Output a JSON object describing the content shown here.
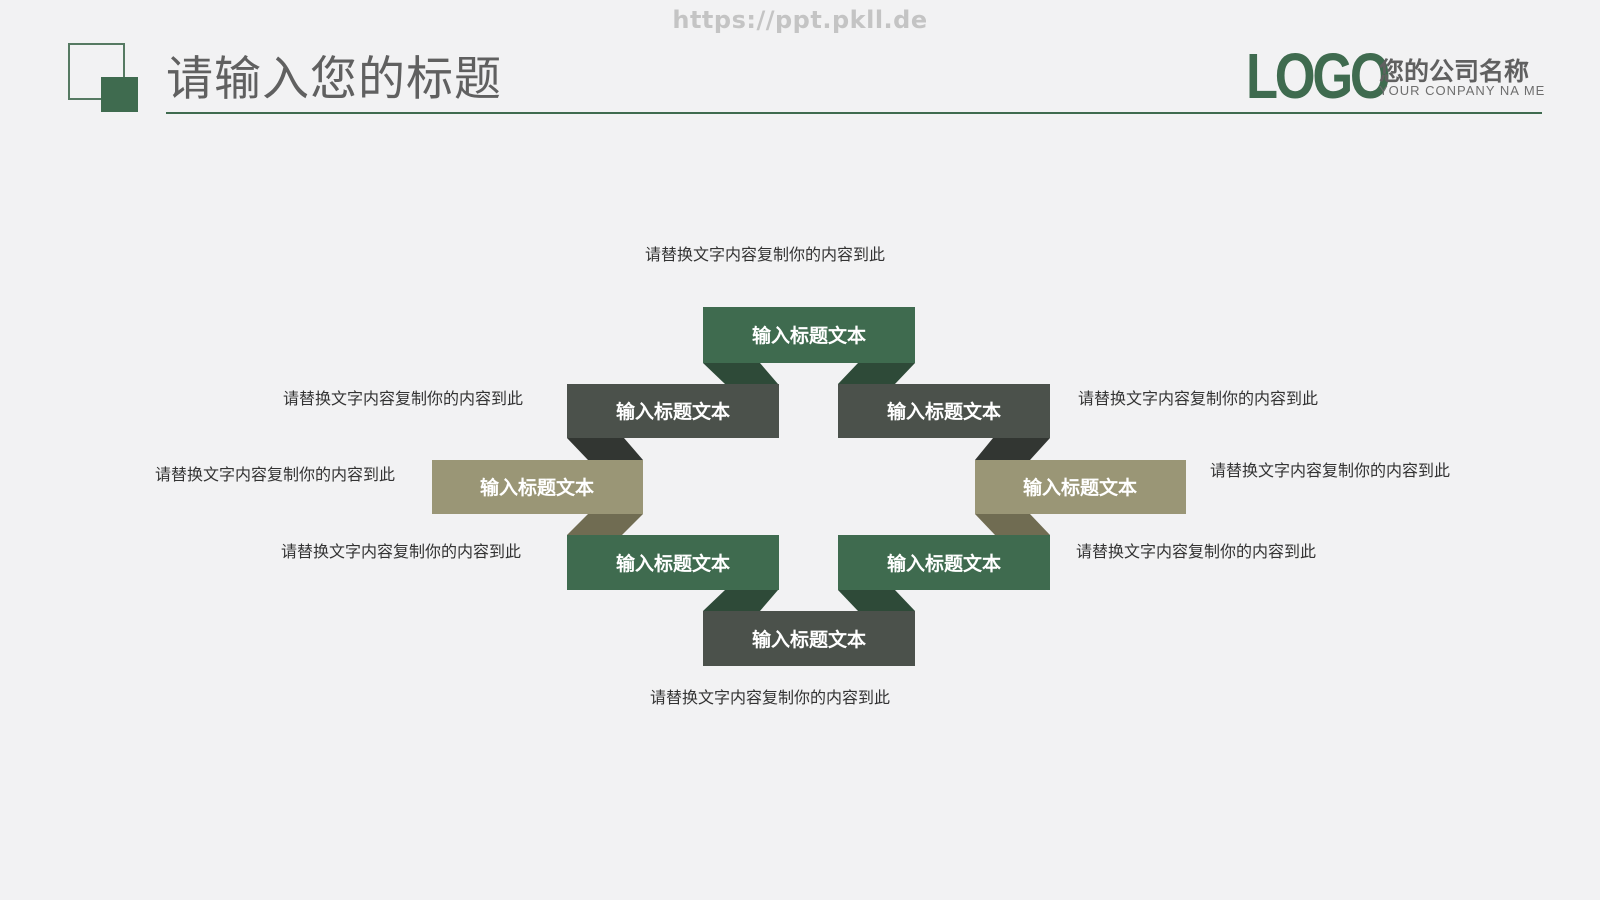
{
  "watermark": "https://ppt.pkll.de",
  "header": {
    "title": "请输入您的标题",
    "logo_text": "LOGO",
    "company_name": "您的公司名称",
    "company_name_en": "YOUR CONPANY NA ME"
  },
  "colors": {
    "green": "#3f6b4f",
    "dark_gray_green": "#4b514b",
    "khaki": "#9a9676",
    "background": "#f2f2f3"
  },
  "diagram": {
    "boxes": [
      {
        "id": "top",
        "label": "输入标题文本",
        "color": "green"
      },
      {
        "id": "upper-left",
        "label": "输入标题文本",
        "color": "dark_gray_green"
      },
      {
        "id": "upper-right",
        "label": "输入标题文本",
        "color": "dark_gray_green"
      },
      {
        "id": "middle-left",
        "label": "输入标题文本",
        "color": "khaki"
      },
      {
        "id": "middle-right",
        "label": "输入标题文本",
        "color": "khaki"
      },
      {
        "id": "lower-left",
        "label": "输入标题文本",
        "color": "green"
      },
      {
        "id": "lower-right",
        "label": "输入标题文本",
        "color": "green"
      },
      {
        "id": "bottom",
        "label": "输入标题文本",
        "color": "dark_gray_green"
      }
    ],
    "descriptions": {
      "top": "请替换文字内容复制你的内容到此",
      "upper_left": "请替换文字内容复制你的内容到此",
      "upper_right": "请替换文字内容复制你的内容到此",
      "middle_left": "请替换文字内容复制你的内容到此",
      "middle_right": "请替换文字内容复制你的内容到此",
      "lower_left": "请替换文字内容复制你的内容到此",
      "lower_right": "请替换文字内容复制你的内容到此",
      "bottom": "请替换文字内容复制你的内容到此"
    }
  }
}
